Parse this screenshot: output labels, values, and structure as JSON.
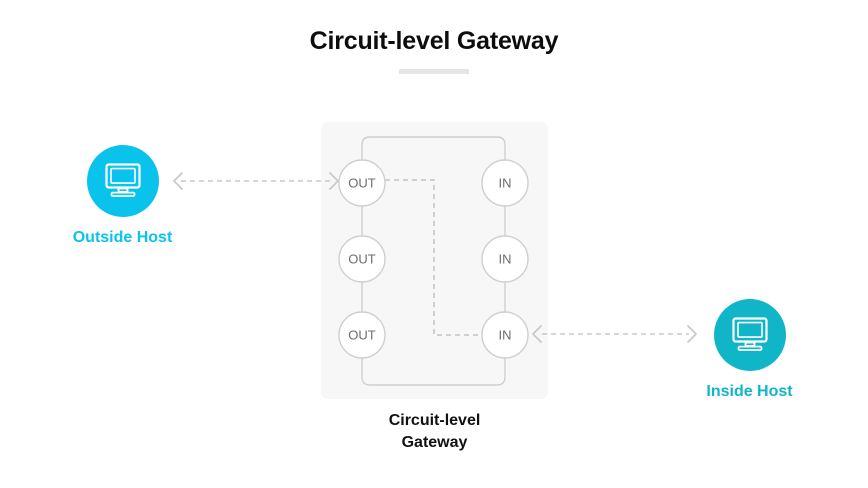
{
  "header": {
    "title": "Circuit-level Gateway",
    "rule_color": "#e5e5e5"
  },
  "colors": {
    "outside_host": "#0ac3ec",
    "inside_host": "#10b5c8",
    "panel_bg": "#f7f7f7",
    "wire": "#cfcfcf",
    "node_text": "#6d6d6d",
    "title_text": "#0d0d0d"
  },
  "hosts": [
    {
      "id": "outside-host",
      "label": "Outside Host",
      "icon": "desktop-monitor-icon",
      "color": "#0ac3ec"
    },
    {
      "id": "inside-host",
      "label": "Inside Host",
      "icon": "desktop-monitor-icon",
      "color": "#10b5c8"
    }
  ],
  "gateway": {
    "caption_line1": "Circuit-level",
    "caption_line2": "Gateway",
    "out_nodes": [
      {
        "label": "OUT"
      },
      {
        "label": "OUT"
      },
      {
        "label": "OUT"
      }
    ],
    "in_nodes": [
      {
        "label": "IN"
      },
      {
        "label": "IN"
      },
      {
        "label": "IN"
      }
    ]
  },
  "connections": [
    {
      "id": "outside-to-out",
      "from": "outside-host",
      "to": "out-node-1",
      "style": "dashed",
      "direction": "bidirectional"
    },
    {
      "id": "in-to-inside",
      "from": "in-node-3",
      "to": "inside-host",
      "style": "dashed",
      "direction": "bidirectional"
    },
    {
      "id": "circuit-out1-to-in3",
      "from": "out-node-1",
      "to": "in-node-3",
      "style": "dashed",
      "direction": "none"
    }
  ]
}
